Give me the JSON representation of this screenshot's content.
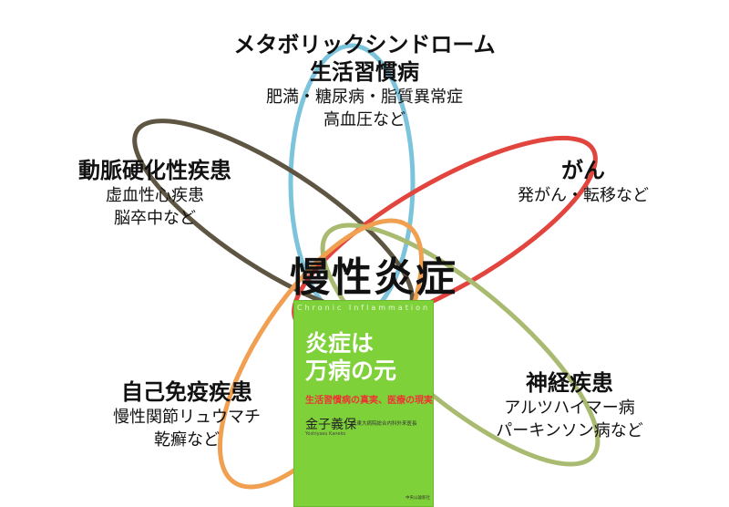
{
  "colors": {
    "metabolic_ring": "#7cc4dc",
    "artery_ring": "#5e5642",
    "cancer_ring": "#e2453e",
    "autoimmune_ring": "#f0a050",
    "neuro_ring": "#a8bb70",
    "book_cover": "#7fd13a"
  },
  "center_label": "慢性炎症",
  "groups": {
    "metabolic": {
      "title1": "メタボリックシンドローム",
      "title2": "生活習慣病",
      "line1": "肥満・糖尿病・脂質異常症",
      "line2": "高血圧など"
    },
    "artery": {
      "title": "動脈硬化性疾患",
      "line1": "虚血性心疾患",
      "line2": "脳卒中など"
    },
    "cancer": {
      "title": "がん",
      "line1": "発がん・転移など"
    },
    "autoimmune": {
      "title": "自己免疫疾患",
      "line1": "慢性関節リュウマチ",
      "line2": "乾癬など"
    },
    "neuro": {
      "title": "神経疾患",
      "line1": "アルツハイマー病",
      "line2": "パーキンソン病など"
    }
  },
  "book": {
    "series": "Chronic Inflammation",
    "title_line1": "炎症は",
    "title_line2": "万病の元",
    "tagline": "生活習慣病の真実、医療の現実",
    "author": "金子義保",
    "affiliation": "元東大病院総合内科外来医長",
    "author_roman": "Yoshiyasu Kaneko",
    "publisher": "中央公論新社"
  }
}
